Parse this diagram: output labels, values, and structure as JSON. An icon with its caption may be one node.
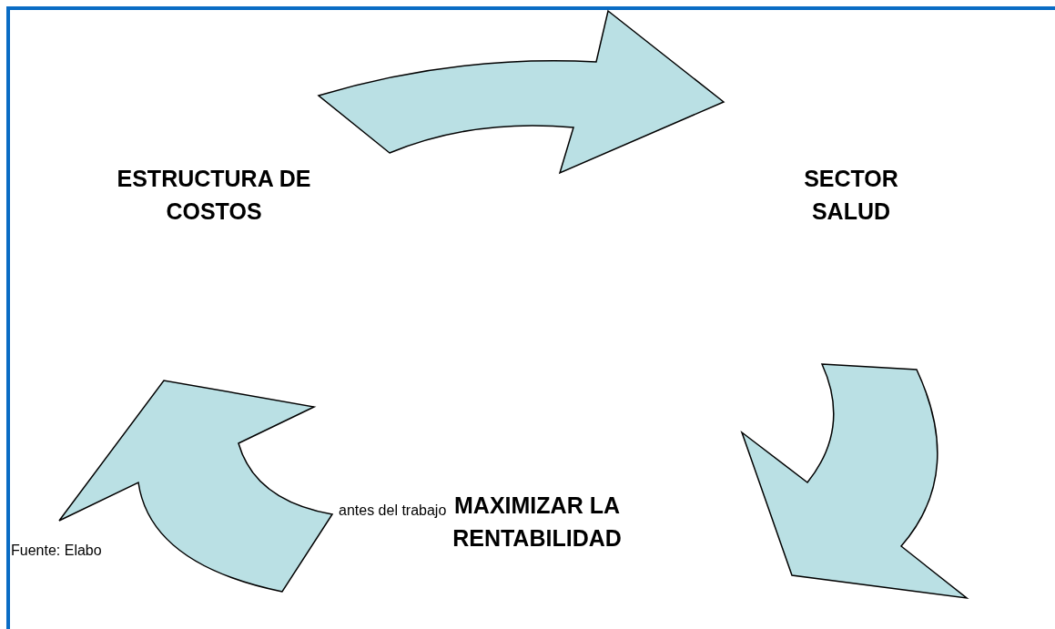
{
  "diagram": {
    "nodes": [
      {
        "text": [
          "ESTRUCTURA DE COSTOS"
        ]
      },
      {
        "text": [
          "SECTOR SALUD"
        ]
      },
      {
        "text": [
          "MAXIMIZAR LA RENTABILIDAD"
        ]
      }
    ],
    "edges": [
      {
        "from": 0,
        "to": 1,
        "arrow": "to"
      },
      {
        "from": 1,
        "to": 2,
        "arrow": "to"
      },
      {
        "from": 2,
        "to": 0,
        "arrow": "to"
      }
    ],
    "labels": [
      "Fuente: Elabo",
      "antes del trabajo"
    ]
  }
}
